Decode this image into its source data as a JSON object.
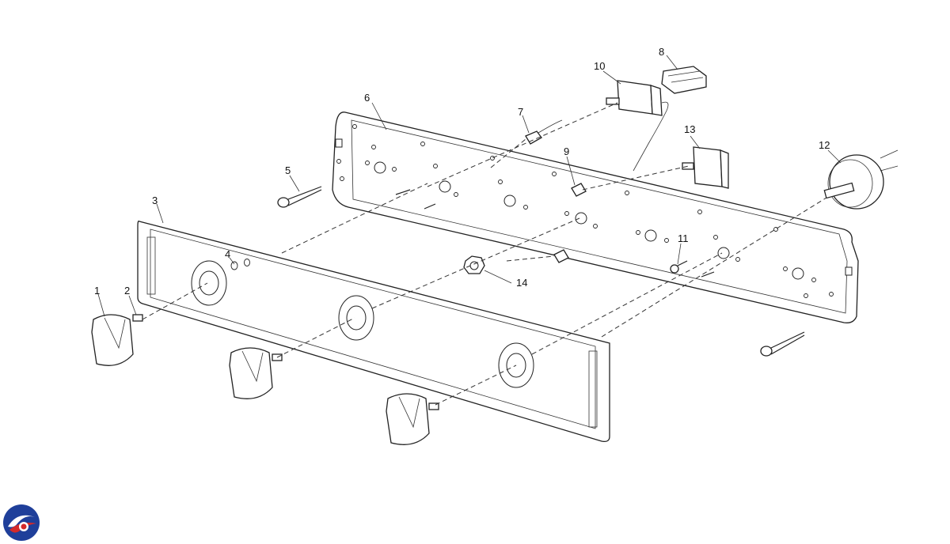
{
  "callouts": [
    "1",
    "2",
    "3",
    "4",
    "5",
    "6",
    "7",
    "8",
    "9",
    "10",
    "11",
    "12",
    "13",
    "14"
  ],
  "logo": {
    "icon": "brand-logo-icon",
    "colors": [
      "#1f3f9a",
      "#d42a2a"
    ]
  }
}
